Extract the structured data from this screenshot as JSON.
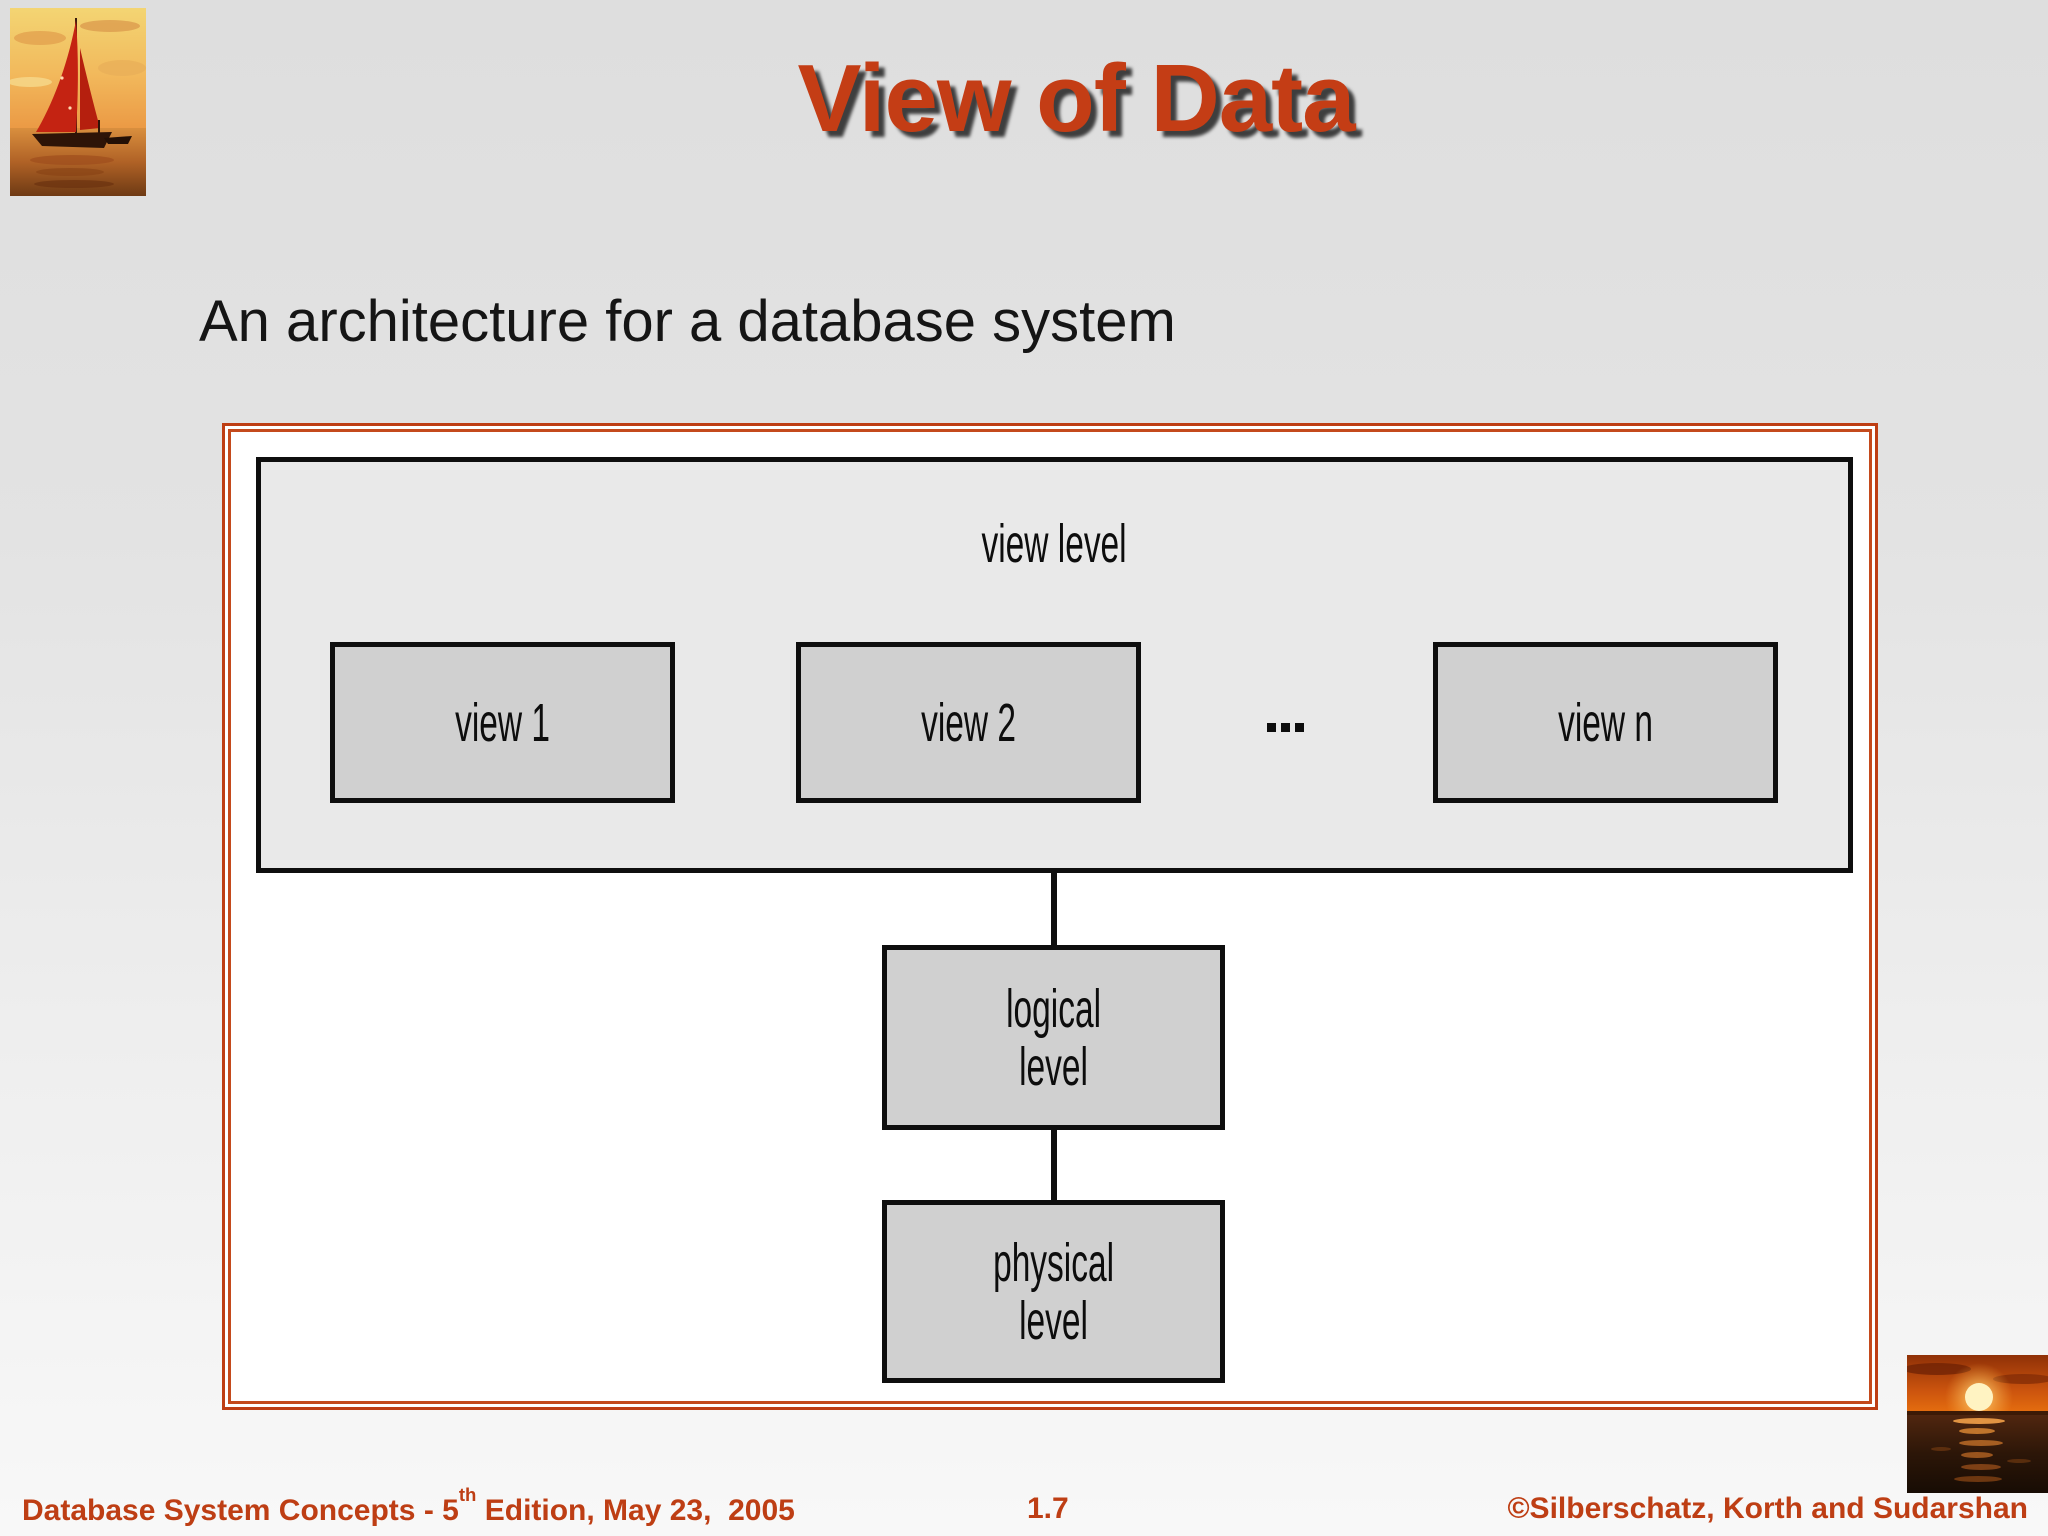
{
  "slide": {
    "title": "View of Data",
    "subtitle": "An architecture for a database system"
  },
  "diagram": {
    "container_label": "view level",
    "views": [
      {
        "label": "view 1"
      },
      {
        "label": "view 2"
      },
      {
        "label": "view n"
      }
    ],
    "ellipsis": "...",
    "levels": [
      {
        "line1": "logical",
        "line2": "level"
      },
      {
        "line1": "physical",
        "line2": "level"
      }
    ]
  },
  "footer": {
    "left_prefix": "Database System Concepts - 5",
    "left_sup": "th",
    "left_suffix": " Edition, May 23,  2005",
    "page_number": "1.7",
    "right": "©Silberschatz, Korth and Sudarshan"
  },
  "colors": {
    "accent_red": "#BE3E14",
    "title_red": "#C43D15",
    "frame_red": "#C44A1C",
    "box_fill": "#D0D0D0",
    "container_fill": "#E9E9E9",
    "line_black": "#0E0E0E"
  },
  "images": {
    "top_left": "sailboat-sunset-photo",
    "bottom_right": "ocean-sunset-photo"
  }
}
